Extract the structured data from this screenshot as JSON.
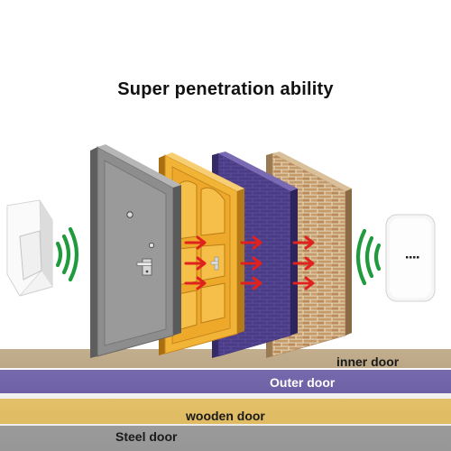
{
  "title": "Super penetration ability",
  "bands": [
    {
      "label": "inner door",
      "color": "#b8a07a"
    },
    {
      "label": "Outer door",
      "color": "#6a5aa8"
    },
    {
      "label": "wooden door",
      "color": "#f0c866"
    },
    {
      "label": "Steel door",
      "color": "#a4a4a4"
    }
  ],
  "icons": {
    "transmitter": "doorbell-button-icon",
    "receiver": "doorbell-receiver-icon",
    "signal": "wireless-signal-icon",
    "arrow": "signal-arrow-icon"
  },
  "colors": {
    "signal_green": "#1f9a3c",
    "arrow_red": "#e0221f",
    "steel_door": "#8d8d8d",
    "wood_door": "#f2b437",
    "purple_wall": "#5a4a94",
    "brick_wall": "#c9a77a"
  }
}
